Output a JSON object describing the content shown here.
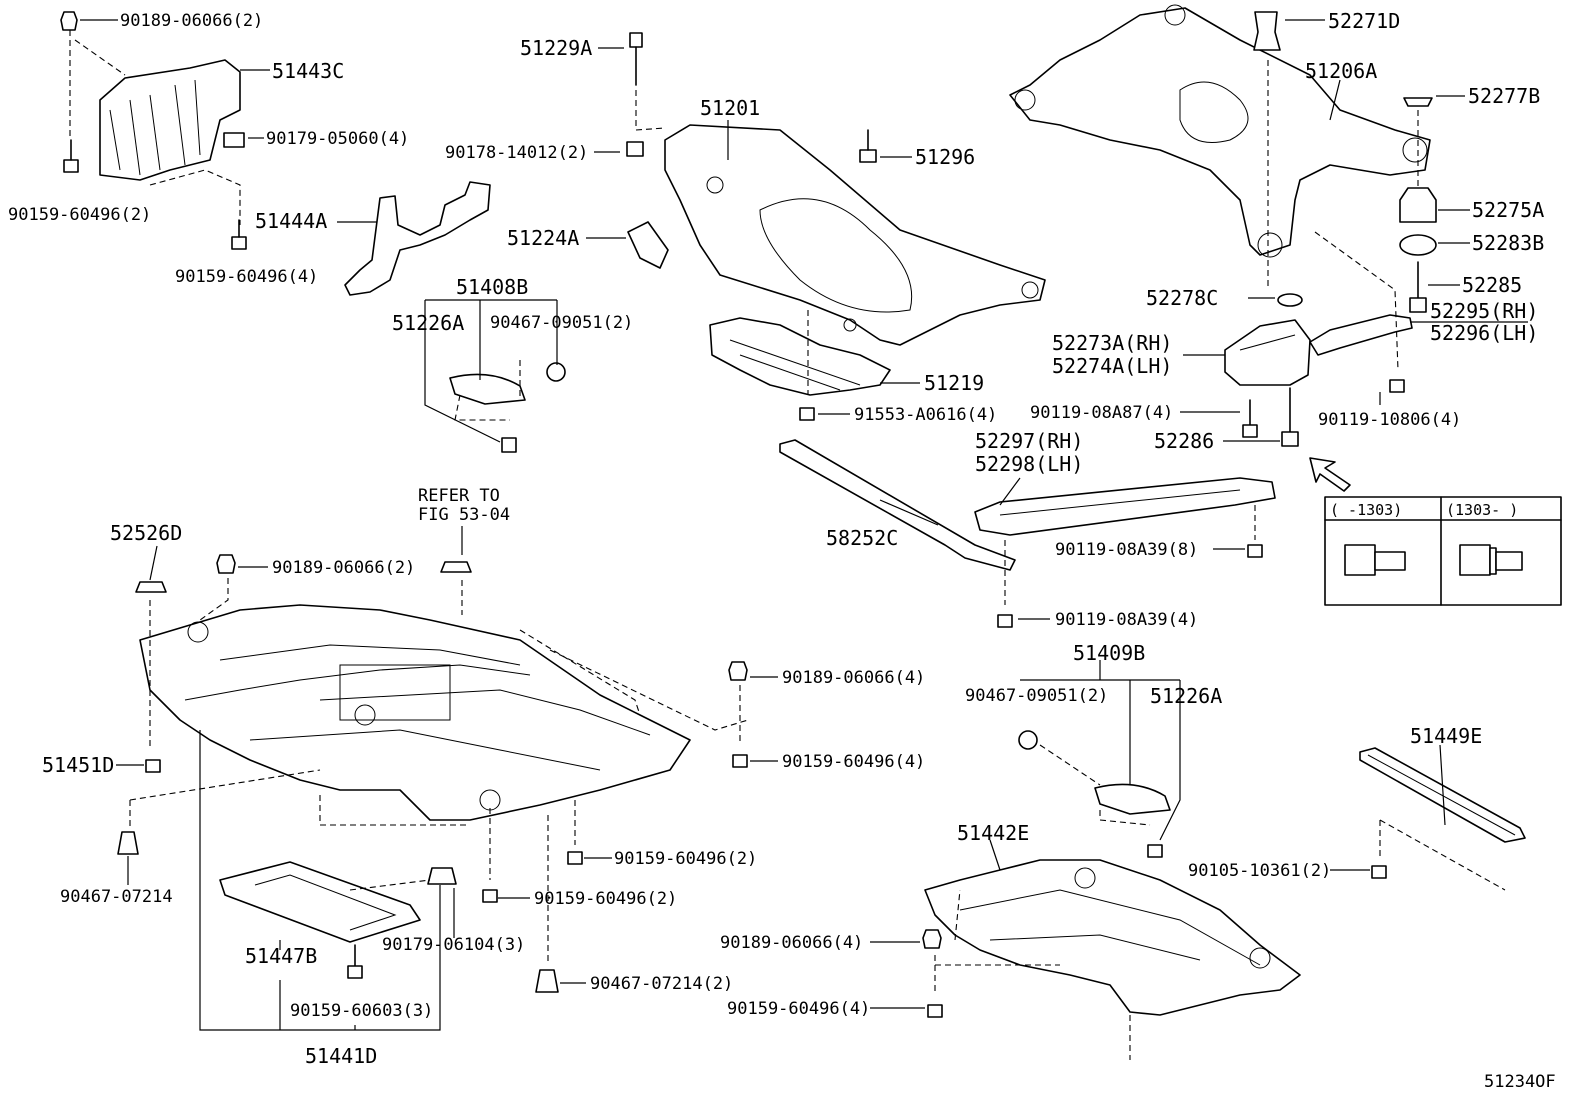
{
  "diagram_id": "51234OF",
  "refer_note": [
    "REFER TO",
    "FIG 53-04"
  ],
  "inset_table": {
    "col1": "(      -1303)",
    "col2": "(1303-     )"
  },
  "labels": {
    "p90189_06066_2_a": "90189-06066(2)",
    "p51443C": "51443C",
    "p90179_05060_4": "90179-05060(4)",
    "p90159_60496_2_a": "90159-60496(2)",
    "p51444A": "51444A",
    "p90159_60496_4_a": "90159-60496(4)",
    "p51408B": "51408B",
    "p51226A_a": "51226A",
    "p90467_09051_2_a": "90467-09051(2)",
    "p51229A": "51229A",
    "p90178_14012_2": "90178-14012(2)",
    "p51201": "51201",
    "p51296": "51296",
    "p51224A": "51224A",
    "p51219": "51219",
    "p91553_A0616_4": "91553-A0616(4)",
    "p58252C": "58252C",
    "p52271D": "52271D",
    "p51206A": "51206A",
    "p52277B": "52277B",
    "p52275A": "52275A",
    "p52283B": "52283B",
    "p52285": "52285",
    "p52295_RH": "52295(RH)",
    "p52296_LH": "52296(LH)",
    "p52278C": "52278C",
    "p52273A_RH": "52273A(RH)",
    "p52274A_LH": "52274A(LH)",
    "p90119_08A87_4": "90119-08A87(4)",
    "p52286": "52286",
    "p90119_10806_4": "90119-10806(4)",
    "p52297_RH": "52297(RH)",
    "p52298_LH": "52298(LH)",
    "p90119_08A39_8": "90119-08A39(8)",
    "p90119_08A39_4": "90119-08A39(4)",
    "p52526D": "52526D",
    "p90189_06066_2_b": "90189-06066(2)",
    "p90189_06066_4_a": "90189-06066(4)",
    "p90159_60496_4_b": "90159-60496(4)",
    "p51451D": "51451D",
    "p90467_07214": "90467-07214",
    "p90159_60496_2_b": "90159-60496(2)",
    "p90159_60496_2_c": "90159-60496(2)",
    "p51447B": "51447B",
    "p90179_06104_3": "90179-06104(3)",
    "p90159_60603_3": "90159-60603(3)",
    "p90467_07214_2": "90467-07214(2)",
    "p51441D": "51441D",
    "p51409B": "51409B",
    "p90467_09051_2_b": "90467-09051(2)",
    "p51226A_b": "51226A",
    "p51442E": "51442E",
    "p90189_06066_4_b": "90189-06066(4)",
    "p90159_60496_4_c": "90159-60496(4)",
    "p51449E": "51449E",
    "p90105_10361_2": "90105-10361(2)"
  }
}
